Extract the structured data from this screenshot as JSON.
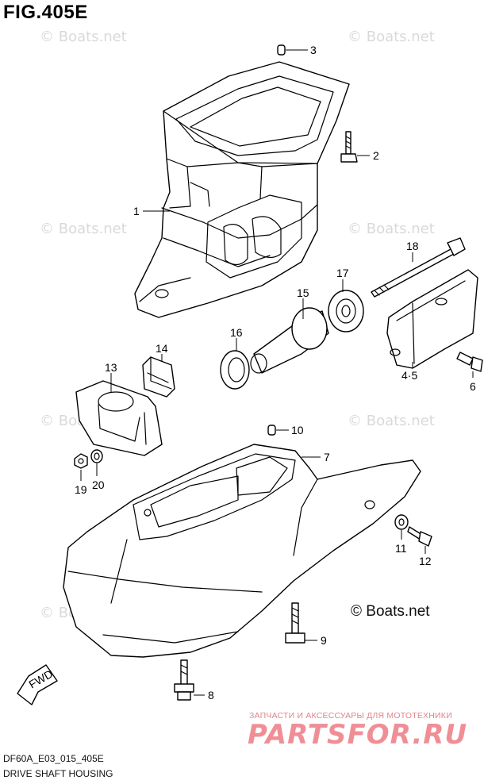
{
  "figure": {
    "title": "FIG.405E",
    "code": "DF60A_E03_015_405E",
    "caption": "DRIVE SHAFT HOUSING"
  },
  "watermark": {
    "text": "© Boats.net",
    "copyright": "© Boats.net"
  },
  "branding": {
    "russian": "ЗАПЧАСТИ И АКСЕССУАРЫ ДЛЯ МОТОТЕХНИКИ",
    "site": "PARTSFOR.RU",
    "color": "#f08e96"
  },
  "fwd_arrow": {
    "label": "FWD"
  },
  "callouts": {
    "c1": "1",
    "c2": "2",
    "c3": "3",
    "c45": "4·5",
    "c6": "6",
    "c7": "7",
    "c8": "8",
    "c9": "9",
    "c10": "10",
    "c11": "11",
    "c12": "12",
    "c13": "13",
    "c14": "14",
    "c15": "15",
    "c16": "16",
    "c17": "17",
    "c18": "18",
    "c19": "19",
    "c20": "20"
  }
}
